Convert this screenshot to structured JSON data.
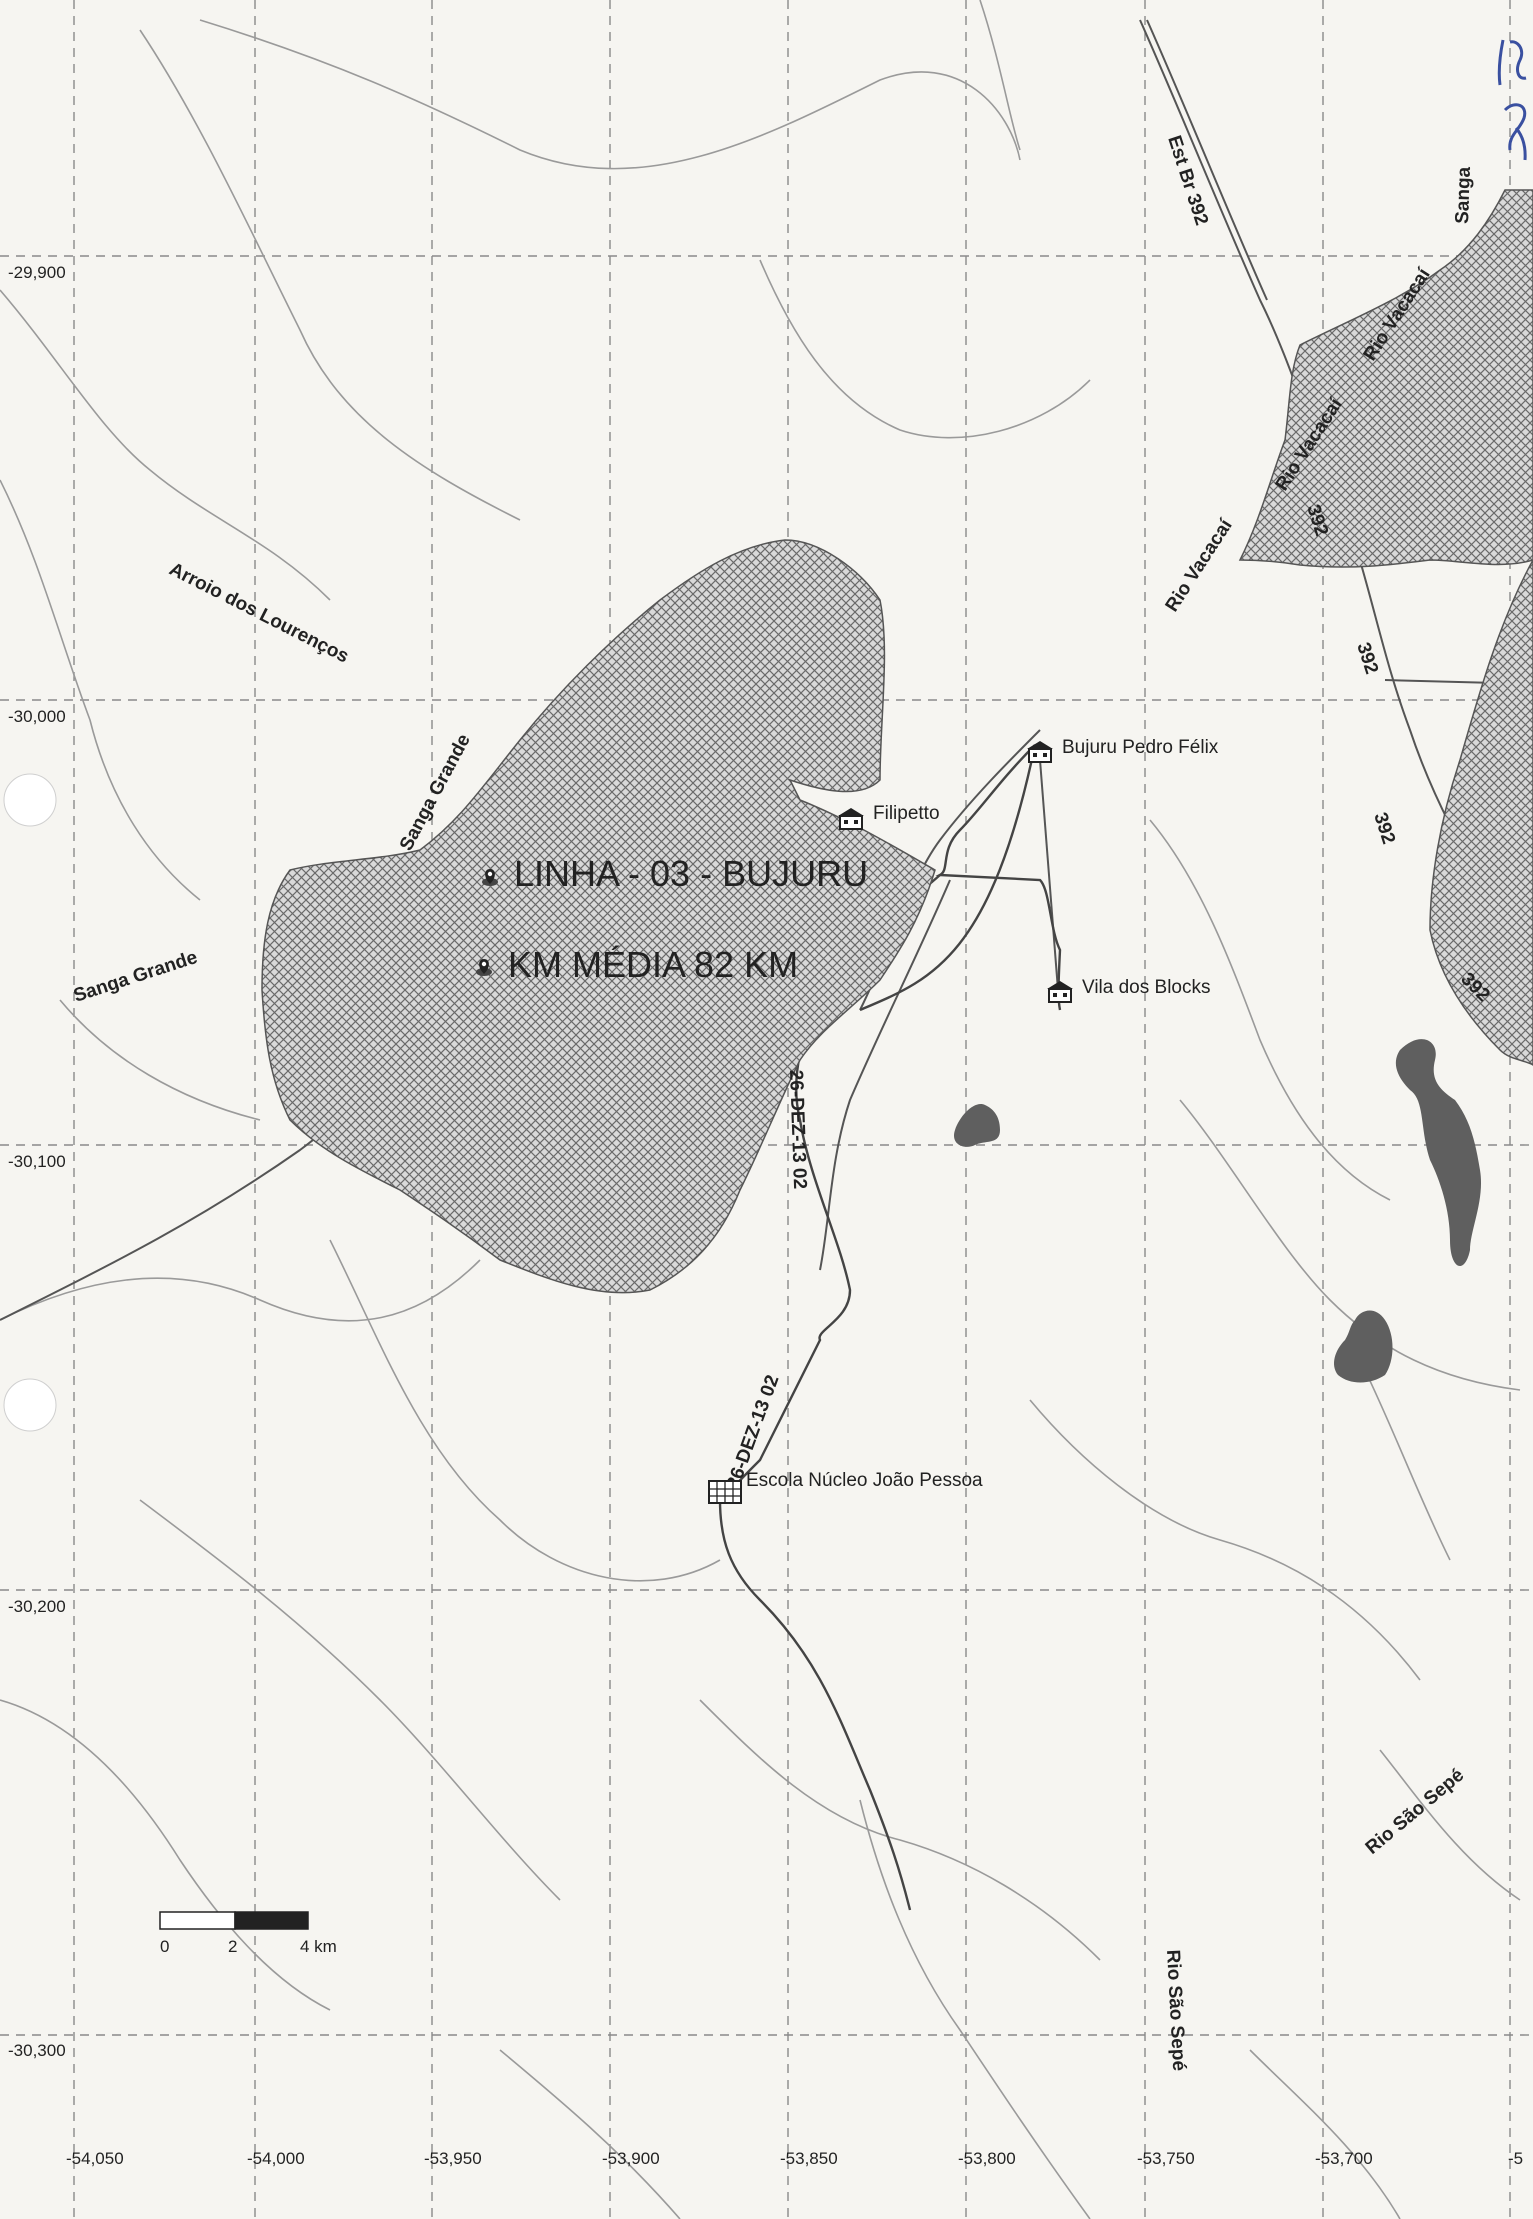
{
  "colors": {
    "paper": "#f6f5f1",
    "grid": "#8a8a8a",
    "contour": "#9a9a9a",
    "road": "#555555",
    "hatch": "#6a6a6a",
    "lake": "#5f5f5f",
    "text": "#222222",
    "ink": "#3a50a0"
  },
  "axes": {
    "lat_labels": [
      "-29,900",
      "-30,000",
      "-30,100",
      "-30,200",
      "-30,300"
    ],
    "lon_labels": [
      "-54,050",
      "-54,000",
      "-53,950",
      "-53,900",
      "-53,850",
      "-53,800",
      "-53,750",
      "-53,700",
      "-5"
    ]
  },
  "labels": {
    "arroio": "Arroio dos Lourenços",
    "sanga_grande_1": "Sanga Grande",
    "sanga_grande_2": "Sanga Grande",
    "est_br": "Est Br 392",
    "sanga": "Sanga",
    "rio_vacacai_1": "Rio Vacacaí",
    "rio_vacacai_2": "Rio Vacacaí",
    "rio_vacacai_3": "Rio Vacacaí",
    "road_392_a": "392",
    "road_392_b": "392",
    "road_392_c": "392",
    "road_392_d": "392",
    "route_1": "26-DEZ-13 02",
    "route_2": "26-DEZ-13 02",
    "rio_sao_sepe_1": "Rio São Sepé",
    "rio_sao_sepe_2": "Rio São Sepé"
  },
  "places": {
    "bujuru": "Bujuru Pedro Félix",
    "filipetto": "Filipetto",
    "vila_blocks": "Vila dos Blocks",
    "escola": "Escola Núcleo João Pessoa"
  },
  "headline": {
    "line1": "LINHA - 03 - BUJURU",
    "line2": "KM MÉDIA 82 KM"
  },
  "scale": {
    "t0": "0",
    "t2": "2",
    "t4": "4 km"
  },
  "icons": {
    "house": "house-icon",
    "school": "school-icon",
    "marker": "placemark-icon"
  }
}
